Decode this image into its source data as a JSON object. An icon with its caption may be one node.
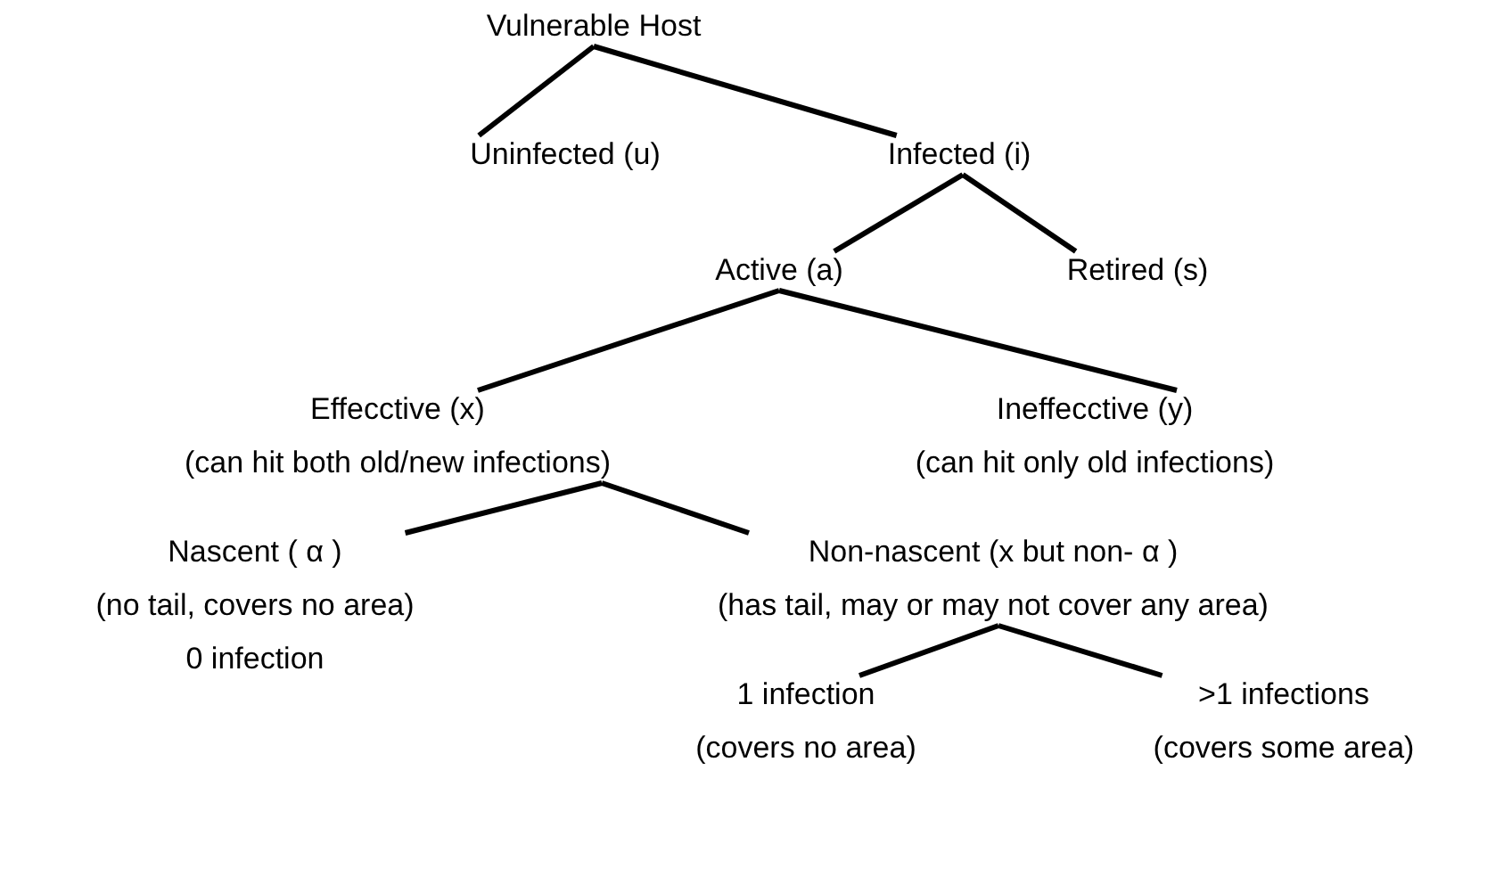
{
  "diagram": {
    "nodes": [
      {
        "text": [
          "Vulnerable Host"
        ]
      },
      {
        "text": [
          "Uninfected (u)"
        ]
      },
      {
        "text": [
          "Infected (i)"
        ]
      },
      {
        "text": [
          "Active (a)"
        ]
      },
      {
        "text": [
          "Retired (s)"
        ]
      },
      {
        "text": [
          "Effecctive (x)",
          "(can hit both old/new infections)"
        ]
      },
      {
        "text": [
          "Ineffecctive (y)",
          "(can hit only old infections)"
        ]
      },
      {
        "text": [
          "Nascent ( α )",
          "(no tail, covers no area)",
          "0  infection"
        ]
      },
      {
        "text": [
          "Non-nascent (x but non- α )",
          "(has tail, may or may not cover any area)"
        ]
      },
      {
        "text": [
          "1 infection",
          "(covers no area)"
        ]
      },
      {
        "text": [
          ">1 infections",
          "(covers some area)"
        ]
      }
    ],
    "edges": [
      {
        "from": 0,
        "to": 1,
        "arrow": "none"
      },
      {
        "from": 0,
        "to": 2,
        "arrow": "none"
      },
      {
        "from": 2,
        "to": 3,
        "arrow": "none"
      },
      {
        "from": 2,
        "to": 4,
        "arrow": "none"
      },
      {
        "from": 3,
        "to": 5,
        "arrow": "none"
      },
      {
        "from": 3,
        "to": 6,
        "arrow": "none"
      },
      {
        "from": 5,
        "to": 7,
        "arrow": "none"
      },
      {
        "from": 5,
        "to": 8,
        "arrow": "none"
      },
      {
        "from": 8,
        "to": 9,
        "arrow": "none"
      },
      {
        "from": 8,
        "to": 10,
        "arrow": "none"
      }
    ]
  }
}
